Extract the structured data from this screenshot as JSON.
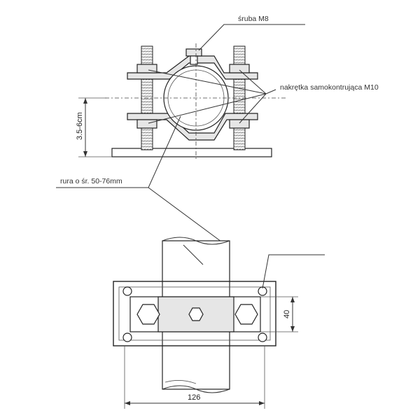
{
  "labels": {
    "bolt": "śruba M8",
    "nut": "nakrętka samokontrująca M10",
    "pipe": "rura o śr. 50-76mm",
    "height_range": "3.5-6cm",
    "dim_width": "126",
    "dim_height": "40"
  }
}
